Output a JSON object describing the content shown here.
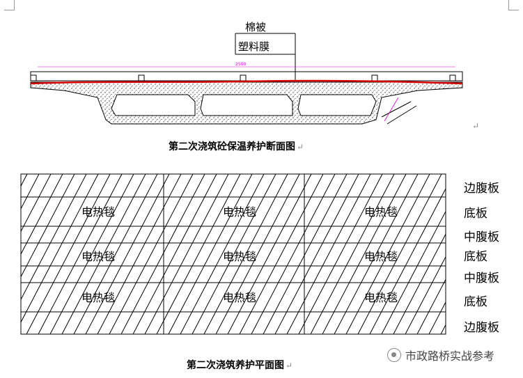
{
  "section": {
    "layer_top": "棉被",
    "layer_bottom": "塑料膜",
    "dimension": "2500",
    "caption": "第二次浇筑砼保温养护断面图"
  },
  "plan": {
    "caption": "第二次浇筑养护平面图",
    "row_labels": [
      "边腹板",
      "底板",
      "中腹板",
      "底板",
      "中腹板",
      "底板",
      "边腹板"
    ],
    "blanket_label": "电热毯"
  },
  "watermark": {
    "text": "市政路桥实战参考",
    "icon": "wechat-icon"
  },
  "colors": {
    "curing_line": "#d40000",
    "dimension": "#e000e0"
  }
}
